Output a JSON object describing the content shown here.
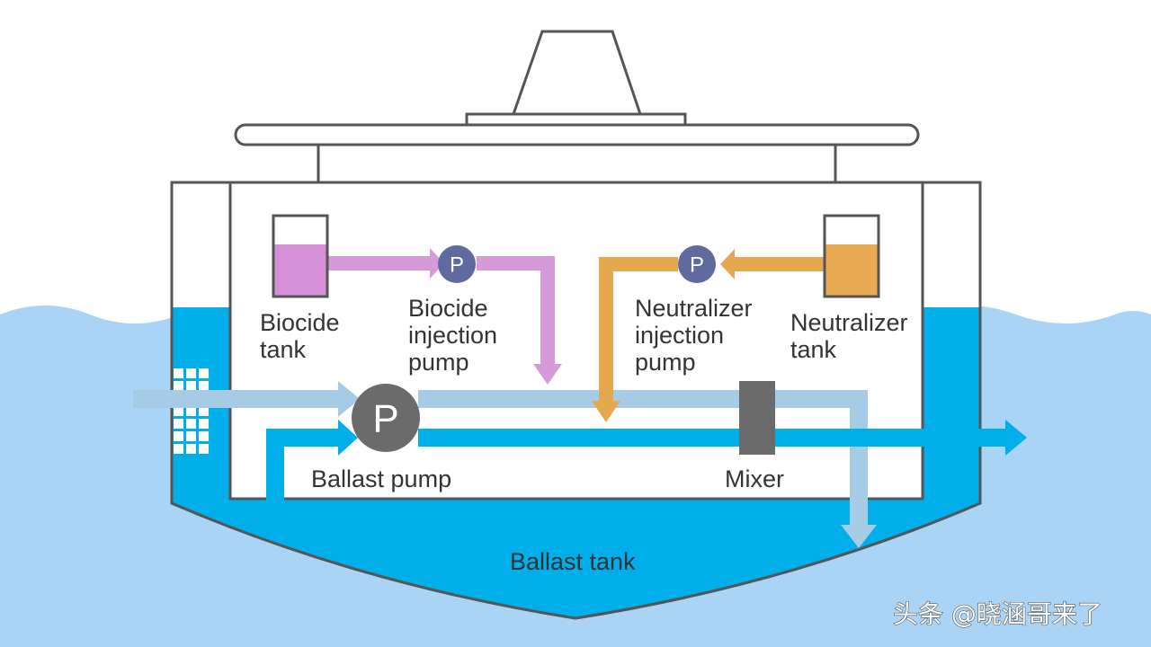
{
  "labels": {
    "biocide_tank": [
      "Biocide",
      "tank"
    ],
    "biocide_pump": [
      "Biocide",
      "injection",
      "pump"
    ],
    "neutralizer_pump": [
      "Neutralizer",
      "injection",
      "pump"
    ],
    "neutralizer_tank": [
      "Neutralizer",
      "tank"
    ],
    "ballast_pump": "Ballast pump",
    "mixer": "Mixer",
    "ballast_tank": "Ballast tank"
  },
  "pump_letter": "P",
  "watermark": "头条 @晓涵哥来了",
  "colors": {
    "sea": "#a9d4f5",
    "ballast_water": "#00aeea",
    "light_pipe": "#a6cbe6",
    "biocide": "#d79ad9",
    "biocide_fill": "#d690d8",
    "neutralizer": "#e6a84e",
    "neutralizer_fill": "#e8aa52",
    "pump_small": "#5f6b9f",
    "pump_big": "#6b6b6b",
    "mixer": "#6b6b6b",
    "outline": "#555555"
  }
}
